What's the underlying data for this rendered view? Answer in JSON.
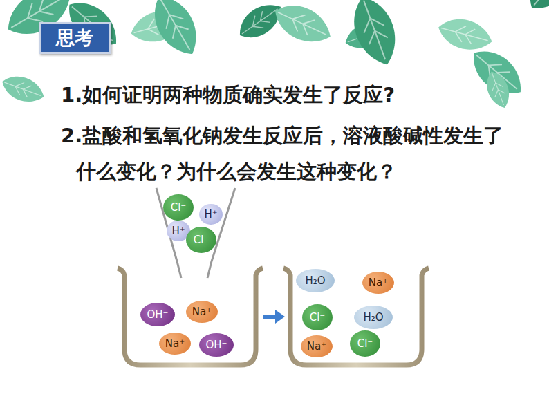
{
  "diagram": {
    "title": "思考",
    "nodes": [
      {
        "text": [
          "思考"
        ]
      },
      {
        "text": [
          "Cl⁻"
        ]
      },
      {
        "text": [
          "H⁺"
        ]
      },
      {
        "text": [
          "H⁺"
        ]
      },
      {
        "text": [
          "Cl⁻"
        ]
      },
      {
        "text": [
          "OH⁻"
        ]
      },
      {
        "text": [
          "Na⁺"
        ]
      },
      {
        "text": [
          "Na⁺"
        ]
      },
      {
        "text": [
          "OH⁻"
        ]
      },
      {
        "text": [
          "H₂O"
        ]
      },
      {
        "text": [
          "Na⁺"
        ]
      },
      {
        "text": [
          "Cl⁻"
        ]
      },
      {
        "text": [
          "H₂O"
        ]
      },
      {
        "text": [
          "Na⁺"
        ]
      },
      {
        "text": [
          "Cl⁻"
        ]
      }
    ],
    "labels": [
      "1.如何证明两种物质确实发生了反应?",
      "2.盐酸和氢氧化钠发生反应后，溶液酸碱性发生了 什么变化？为什么会发生这种变化？"
    ]
  }
}
